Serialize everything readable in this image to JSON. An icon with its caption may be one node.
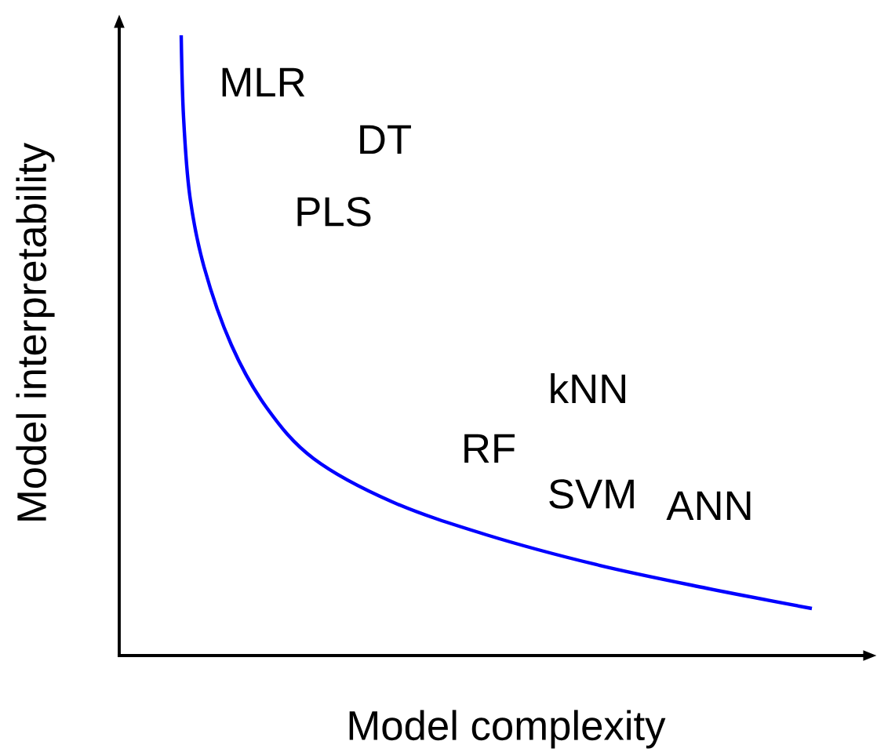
{
  "diagram": {
    "labels": [
      "Model interpretability",
      "MLR",
      "DT",
      "PLS",
      "kNN",
      "RF",
      "SVM",
      "ANN",
      "Model complexity"
    ]
  }
}
